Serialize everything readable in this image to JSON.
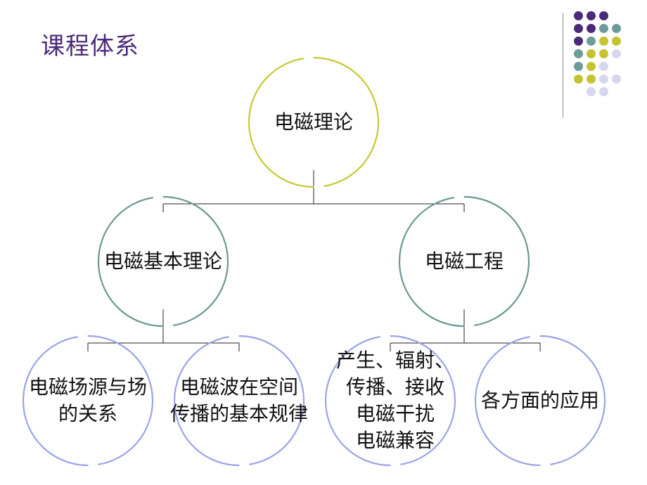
{
  "title": "课程体系",
  "colors": {
    "title": "#4b2a7a",
    "purple": "#4b2a7a",
    "teal": "#6c9c9a",
    "olive": "#c4c433",
    "lavender": "#d6d6ee",
    "root_ring": "#c8c832",
    "level1_ring": "#6a9894",
    "level2_ring": "#9aa4e6",
    "connector": "#222222"
  },
  "nodes": {
    "root": {
      "lines": [
        "电磁理论"
      ]
    },
    "basic": {
      "lines": [
        "电磁基本理论"
      ]
    },
    "engineering": {
      "lines": [
        "电磁工程"
      ]
    },
    "field_source": {
      "lines": [
        "电磁场源与场",
        "的关系"
      ]
    },
    "wave": {
      "lines": [
        "电磁波在空间",
        "传播的基本规律"
      ]
    },
    "generation": {
      "lines": [
        "产生、辐射、",
        "传播、接收",
        "电磁干扰",
        "电磁兼容"
      ]
    },
    "applications": {
      "lines": [
        "各方面的应用"
      ]
    }
  }
}
